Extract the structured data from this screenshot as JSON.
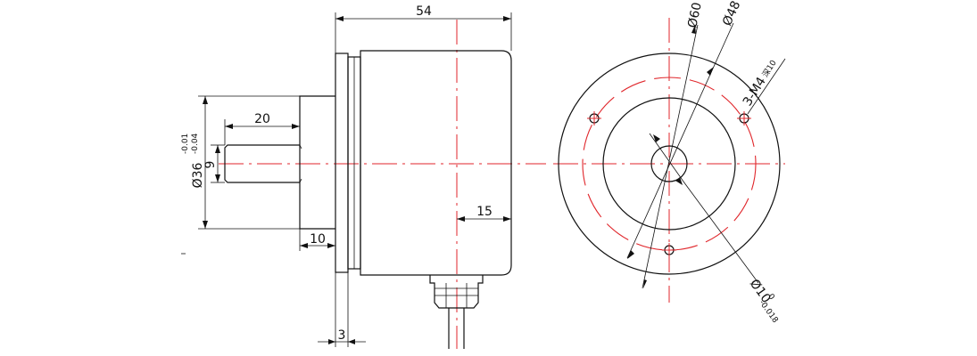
{
  "drawing": {
    "side_view": {
      "overall_length": "54",
      "shaft_length": "20",
      "shaft_dia": "9",
      "boss_dia": "Ø36",
      "boss_tol_upper": "-0.01",
      "boss_tol_lower": "-0.04",
      "boss_length": "10",
      "flange_thickness": "3",
      "cable_offset": "15"
    },
    "front_view": {
      "outer_dia": "Ø60",
      "pitch_dia": "Ø48",
      "holes": "3-M4",
      "hole_depth": "深10",
      "bore_dia": "Ø10",
      "bore_tol_upper": "0",
      "bore_tol_lower": "-0.018"
    },
    "colors": {
      "outline": "#111111",
      "centerline": "#e0262b"
    }
  }
}
